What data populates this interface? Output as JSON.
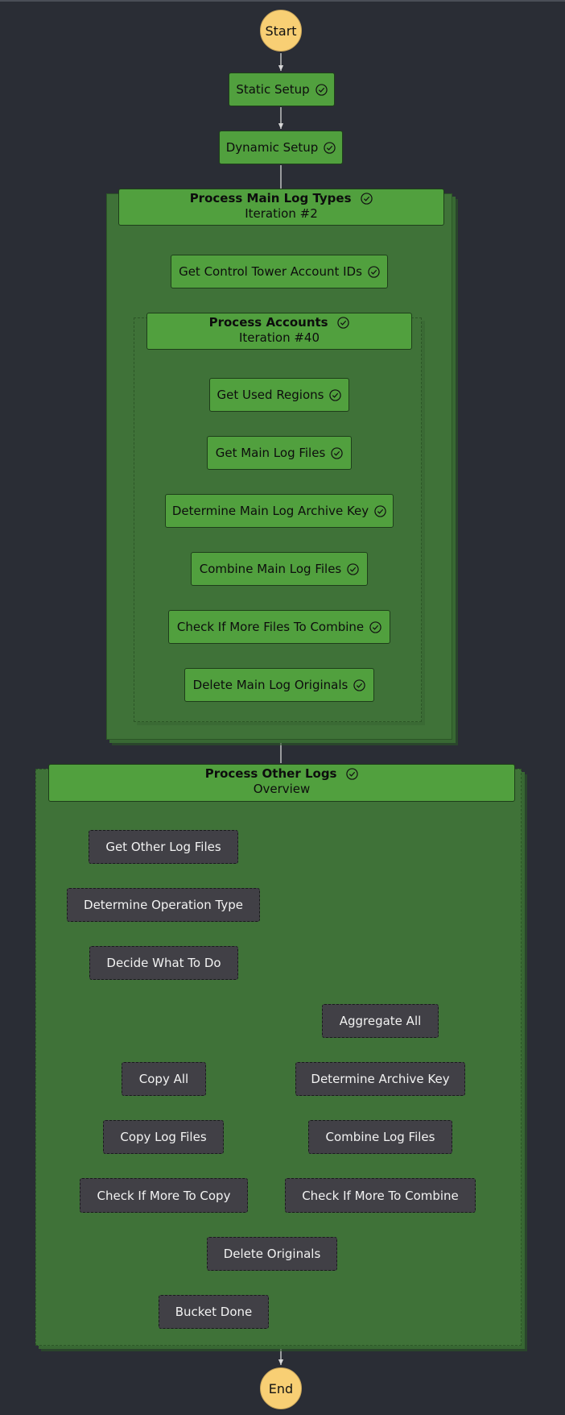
{
  "terminals": {
    "start": "Start",
    "end": "End"
  },
  "nodes": {
    "static_setup": "Static Setup",
    "dynamic_setup": "Dynamic Setup",
    "get_control_tower_ids": "Get Control Tower Account IDs",
    "get_used_regions": "Get Used Regions",
    "get_main_log_files": "Get Main Log Files",
    "determine_main_archive_key": "Determine Main Log Archive Key",
    "combine_main_log_files": "Combine Main Log Files",
    "check_more_files_combine": "Check If More Files To Combine",
    "delete_main_originals": "Delete Main Log Originals",
    "get_other_log_files": "Get Other Log Files",
    "determine_operation_type": "Determine Operation Type",
    "decide_what_to_do": "Decide What To Do",
    "aggregate_all": "Aggregate All",
    "copy_all": "Copy All",
    "determine_archive_key": "Determine Archive Key",
    "copy_log_files": "Copy Log Files",
    "combine_log_files": "Combine Log Files",
    "check_more_to_copy": "Check If More To Copy",
    "check_more_to_combine": "Check If More To Combine",
    "delete_originals": "Delete Originals",
    "bucket_done": "Bucket Done"
  },
  "groups": {
    "main_log_types": {
      "title": "Process Main Log Types",
      "subtitle": "Iteration #2"
    },
    "accounts": {
      "title": "Process Accounts",
      "subtitle": "Iteration #40"
    },
    "other_logs": {
      "title": "Process Other Logs",
      "subtitle": "Overview"
    }
  },
  "colors": {
    "background": "#2a2d35",
    "succeeded": "#51a03e",
    "group_fill": "#3f7238",
    "pending": "#414046",
    "terminal": "#f8cf74",
    "edge": "#d8d8d8"
  },
  "icons": {
    "status": "check-circle-icon"
  }
}
